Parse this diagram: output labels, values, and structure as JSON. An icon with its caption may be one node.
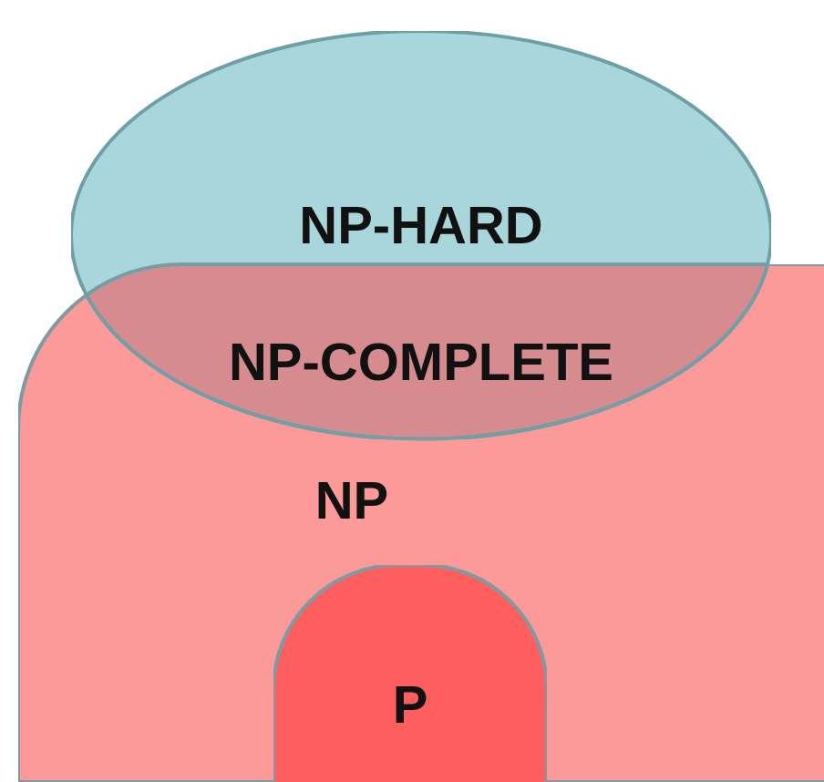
{
  "diagram": {
    "nodes": [
      {
        "text": [
          "NP-HARD"
        ]
      },
      {
        "text": [
          "NP-COMPLETE"
        ]
      },
      {
        "text": [
          "NP"
        ]
      },
      {
        "text": [
          "P"
        ],
        "in": 2
      }
    ],
    "edges": []
  }
}
